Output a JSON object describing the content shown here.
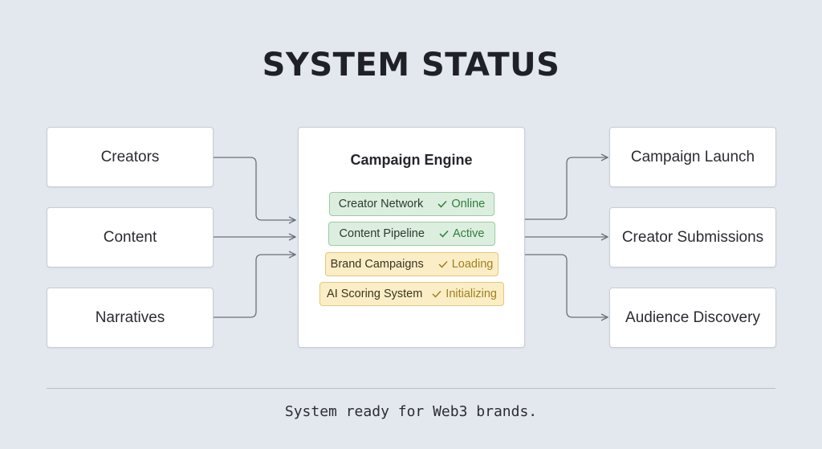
{
  "title": "SYSTEM STATUS",
  "inputs": [
    {
      "label": "Creators"
    },
    {
      "label": "Content"
    },
    {
      "label": "Narratives"
    }
  ],
  "engine": {
    "title": "Campaign Engine",
    "items": [
      {
        "name": "Creator Network",
        "status": "Online",
        "state": "green"
      },
      {
        "name": "Content Pipeline",
        "status": "Active",
        "state": "green"
      },
      {
        "name": "Brand Campaigns",
        "status": "Loading",
        "state": "yellow"
      },
      {
        "name": "AI Scoring System",
        "status": "Initializing",
        "state": "yellow"
      }
    ]
  },
  "outputs": [
    {
      "label": "Campaign Launch"
    },
    {
      "label": "Creator Submissions"
    },
    {
      "label": "Audience Discovery"
    }
  ],
  "footer": "System ready for Web3 brands.",
  "colors": {
    "background": "#e3e7ee",
    "green_bg": "#dcefdf",
    "green_text": "#2f7d3d",
    "yellow_bg": "#fbeec6",
    "yellow_text": "#a1801e",
    "connector": "#6b7079"
  }
}
